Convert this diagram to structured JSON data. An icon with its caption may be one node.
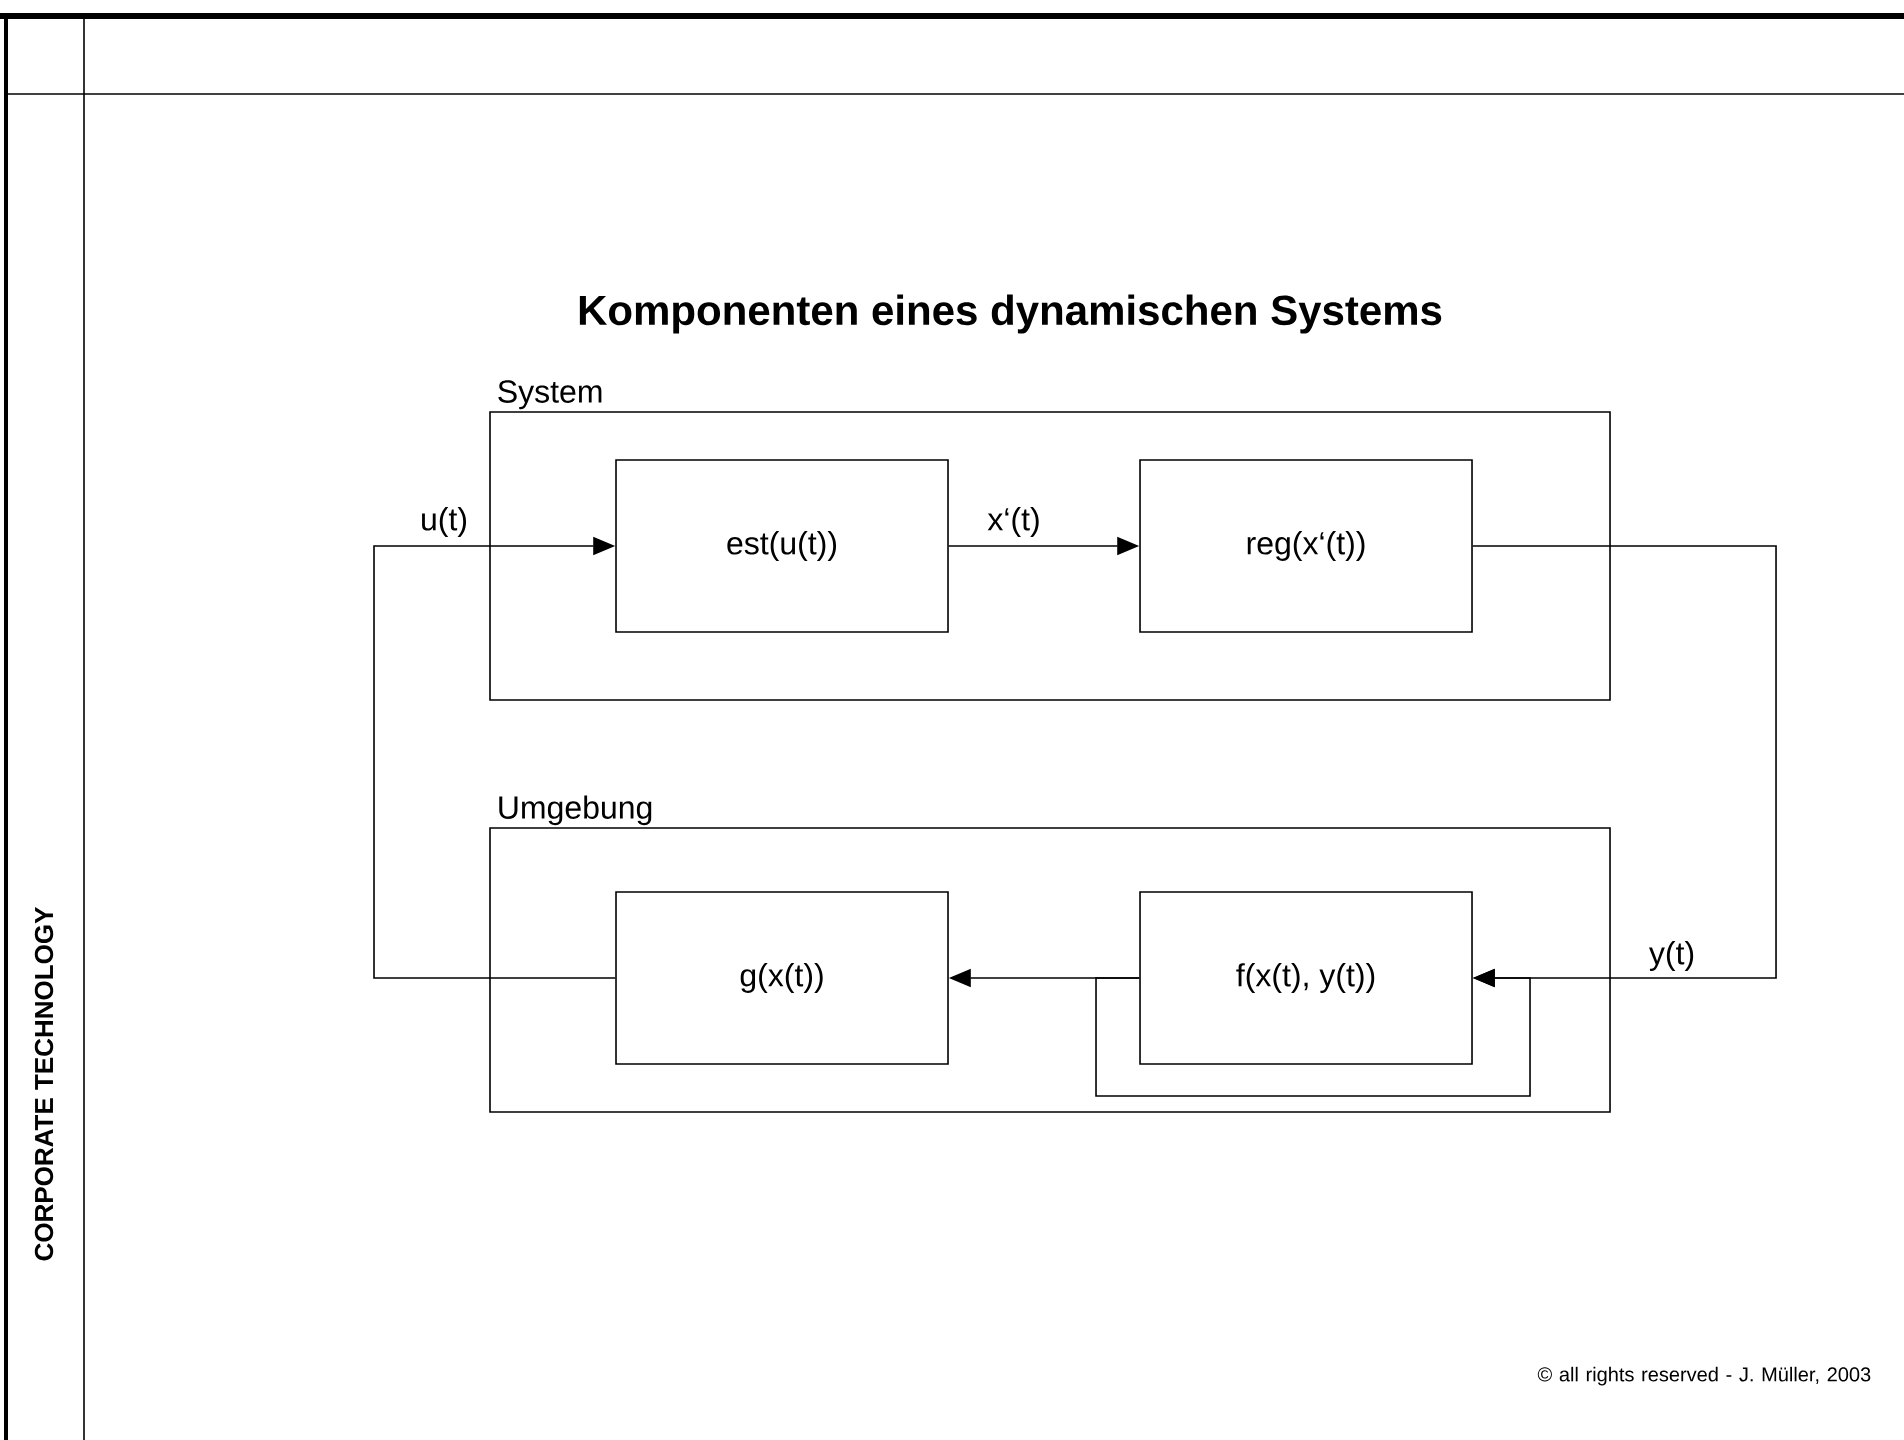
{
  "diagram": {
    "title": "Komponenten eines dynamischen Systems",
    "nodes": [
      {
        "text": [
          "System"
        ]
      },
      {
        "text": [
          "est(u(t))"
        ],
        "in": 0
      },
      {
        "text": [
          "reg(x‘(t))"
        ],
        "in": 0
      },
      {
        "text": [
          "Umgebung"
        ]
      },
      {
        "text": [
          "g(x(t))"
        ],
        "in": 3
      },
      {
        "text": [
          "f(x(t), y(t))"
        ],
        "in": 3
      }
    ],
    "edges": [
      {
        "from": 4,
        "to": 1,
        "arrow": "to",
        "label": "u(t)"
      },
      {
        "from": 1,
        "to": 2,
        "arrow": "to",
        "label": "x‘(t)"
      },
      {
        "from": 2,
        "to": 5,
        "arrow": "to",
        "label": "y(t)"
      },
      {
        "from": 5,
        "to": 4,
        "arrow": "to"
      },
      {
        "from": 5,
        "to": 5,
        "arrow": "to"
      }
    ],
    "labels": [
      "CORPORATE TECHNOLOGY",
      "© all rights reserved - J. Müller, 2003"
    ]
  }
}
